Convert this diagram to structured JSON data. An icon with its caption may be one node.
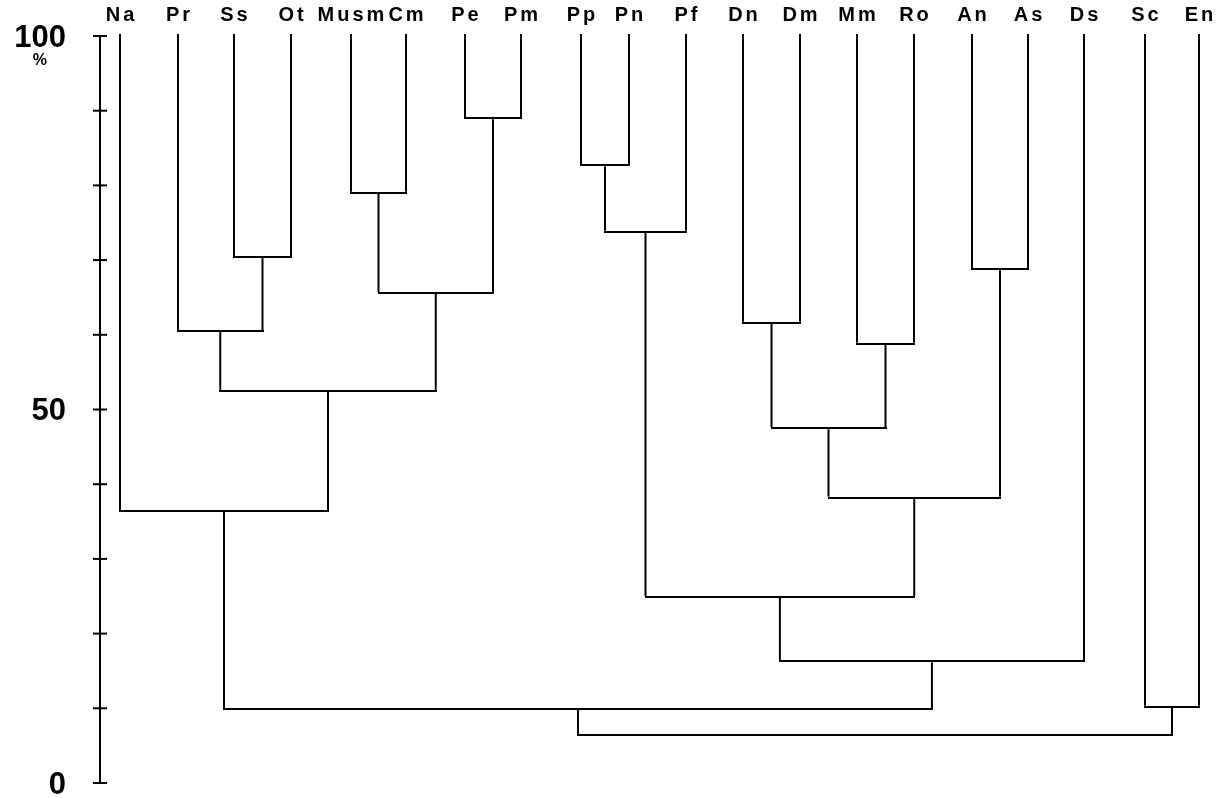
{
  "diagram": {
    "nodes": [
      {
        "text": [
          "Na"
        ]
      },
      {
        "text": [
          "Pr"
        ]
      },
      {
        "text": [
          "Ss"
        ]
      },
      {
        "text": [
          "Ot"
        ]
      },
      {
        "text": [
          "Musm"
        ]
      },
      {
        "text": [
          "Cm"
        ]
      },
      {
        "text": [
          "Pe"
        ]
      },
      {
        "text": [
          "Pm"
        ]
      },
      {
        "text": [
          "Pp"
        ]
      },
      {
        "text": [
          "Pn"
        ]
      },
      {
        "text": [
          "Pf"
        ]
      },
      {
        "text": [
          "Dn"
        ]
      },
      {
        "text": [
          "Dm"
        ]
      },
      {
        "text": [
          "Mm"
        ]
      },
      {
        "text": [
          "Ro"
        ]
      },
      {
        "text": [
          "An"
        ]
      },
      {
        "text": [
          "As"
        ]
      },
      {
        "text": [
          "Ds"
        ]
      },
      {
        "text": [
          "Sc"
        ]
      },
      {
        "text": [
          "En"
        ]
      },
      {
        "text": [],
        "shape": "bar"
      },
      {
        "text": [],
        "shape": "bar"
      },
      {
        "text": [],
        "shape": "bar"
      },
      {
        "text": [],
        "shape": "bar"
      },
      {
        "text": [],
        "shape": "bar"
      },
      {
        "text": [],
        "shape": "bar"
      },
      {
        "text": [],
        "shape": "bar"
      },
      {
        "text": [],
        "shape": "bar"
      },
      {
        "text": [],
        "shape": "bar"
      },
      {
        "text": [],
        "shape": "bar"
      },
      {
        "text": [],
        "shape": "bar"
      },
      {
        "text": [],
        "shape": "bar"
      },
      {
        "text": [],
        "shape": "bar"
      },
      {
        "text": [],
        "shape": "bar"
      },
      {
        "text": [],
        "shape": "bar"
      },
      {
        "text": [],
        "shape": "bar"
      },
      {
        "text": [],
        "shape": "bar"
      },
      {
        "text": [],
        "shape": "bar"
      },
      {
        "text": [],
        "shape": "bar"
      }
    ],
    "edges": [
      {
        "from": 2,
        "to": 20,
        "arrow": "none"
      },
      {
        "from": 3,
        "to": 20,
        "arrow": "none"
      },
      {
        "from": 1,
        "to": 21,
        "arrow": "none"
      },
      {
        "from": 20,
        "to": 21,
        "arrow": "none"
      },
      {
        "from": 4,
        "to": 22,
        "arrow": "none"
      },
      {
        "from": 5,
        "to": 22,
        "arrow": "none"
      },
      {
        "from": 6,
        "to": 23,
        "arrow": "none"
      },
      {
        "from": 7,
        "to": 23,
        "arrow": "none"
      },
      {
        "from": 22,
        "to": 24,
        "arrow": "none"
      },
      {
        "from": 23,
        "to": 24,
        "arrow": "none"
      },
      {
        "from": 21,
        "to": 25,
        "arrow": "none"
      },
      {
        "from": 24,
        "to": 25,
        "arrow": "none"
      },
      {
        "from": 0,
        "to": 26,
        "arrow": "none"
      },
      {
        "from": 25,
        "to": 26,
        "arrow": "none"
      },
      {
        "from": 8,
        "to": 27,
        "arrow": "none"
      },
      {
        "from": 9,
        "to": 27,
        "arrow": "none"
      },
      {
        "from": 27,
        "to": 28,
        "arrow": "none"
      },
      {
        "from": 10,
        "to": 28,
        "arrow": "none"
      },
      {
        "from": 11,
        "to": 29,
        "arrow": "none"
      },
      {
        "from": 12,
        "to": 29,
        "arrow": "none"
      },
      {
        "from": 13,
        "to": 30,
        "arrow": "none"
      },
      {
        "from": 14,
        "to": 30,
        "arrow": "none"
      },
      {
        "from": 29,
        "to": 31,
        "arrow": "none"
      },
      {
        "from": 30,
        "to": 31,
        "arrow": "none"
      },
      {
        "from": 15,
        "to": 32,
        "arrow": "none"
      },
      {
        "from": 16,
        "to": 32,
        "arrow": "none"
      },
      {
        "from": 31,
        "to": 33,
        "arrow": "none"
      },
      {
        "from": 32,
        "to": 33,
        "arrow": "none"
      },
      {
        "from": 28,
        "to": 34,
        "arrow": "none"
      },
      {
        "from": 33,
        "to": 34,
        "arrow": "none"
      },
      {
        "from": 34,
        "to": 35,
        "arrow": "none"
      },
      {
        "from": 17,
        "to": 35,
        "arrow": "none"
      },
      {
        "from": 26,
        "to": 36,
        "arrow": "none"
      },
      {
        "from": 35,
        "to": 36,
        "arrow": "none"
      },
      {
        "from": 18,
        "to": 37,
        "arrow": "none"
      },
      {
        "from": 19,
        "to": 37,
        "arrow": "none"
      },
      {
        "from": 36,
        "to": 38,
        "arrow": "none"
      },
      {
        "from": 37,
        "to": 38,
        "arrow": "none"
      }
    ],
    "labels": [
      "100",
      "%",
      "50",
      "0"
    ]
  }
}
